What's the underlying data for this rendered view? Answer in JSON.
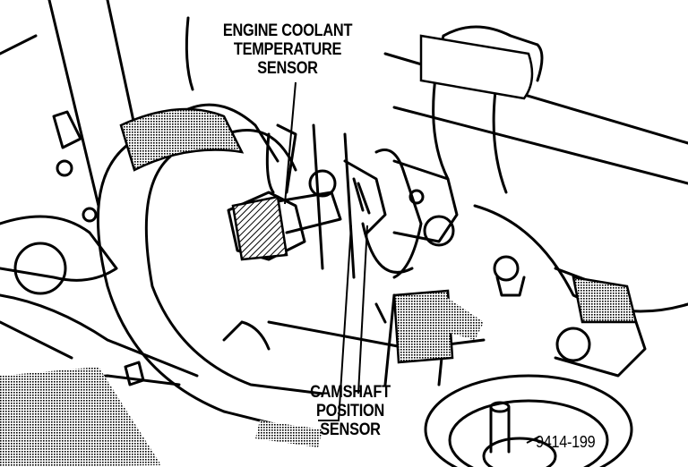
{
  "labels": {
    "engine_coolant_temp_sensor": [
      "ENGINE COOLANT",
      "TEMPERATURE",
      "SENSOR"
    ],
    "camshaft_position_sensor": [
      "CAMSHAFT",
      "POSITION",
      "SENSOR"
    ],
    "figure_number": "9414-199"
  },
  "colors": {
    "ink": "#000000",
    "paper": "#ffffff",
    "shade": "#7a7a7a"
  }
}
